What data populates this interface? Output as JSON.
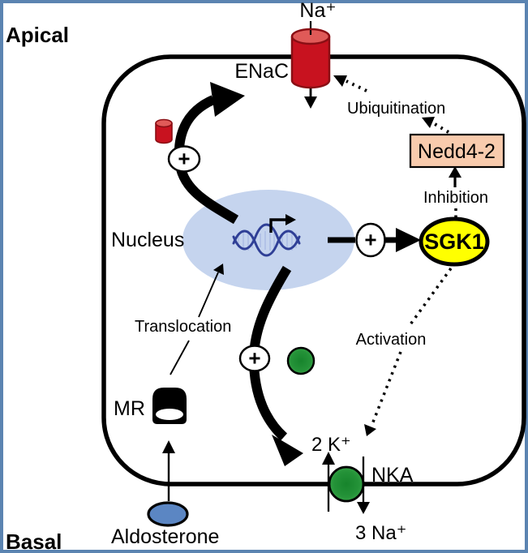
{
  "figure": {
    "description": "Aldosterone signaling pathway in an epithelial cell: aldosterone binds MR, translocates to nucleus, induces SGK1, which inhibits Nedd4-2 (reducing ENaC ubiquitination) and activates NKA, increasing apical Na+ entry through ENaC and basolateral Na+/K+ exchange."
  },
  "labels": {
    "apical": "Apical",
    "basal": "Basal",
    "na_apical": "Na⁺",
    "enac": "ENaC",
    "ubiquitination": "Ubiquitination",
    "nedd4_2": "Nedd4-2",
    "inhibition": "Inhibition",
    "sgk1": "SGK1",
    "nucleus": "Nucleus",
    "translocation": "Translocation",
    "activation": "Activation",
    "mr": "MR",
    "aldosterone": "Aldosterone",
    "nka": "NKA",
    "k_in": "2 K⁺",
    "na_out": "3 Na⁺",
    "plus": "+"
  },
  "colors": {
    "frame": "#5b84b1",
    "membrane": "#000000",
    "enac_body": "#c8121f",
    "enac_top": "#e05a58",
    "enac_outline": "#8a0e14",
    "nucleus_fill": "#c5d4ee",
    "dna": "#2f3f96",
    "dna_rung": "#aebfe6",
    "nedd_fill": "#f8cbad",
    "sgk1_fill": "#ffff00",
    "green_dark": "#17842c",
    "green_mid": "#249238",
    "green_light": "#3dab4c",
    "aldosterone_fill": "#5b86c3"
  }
}
